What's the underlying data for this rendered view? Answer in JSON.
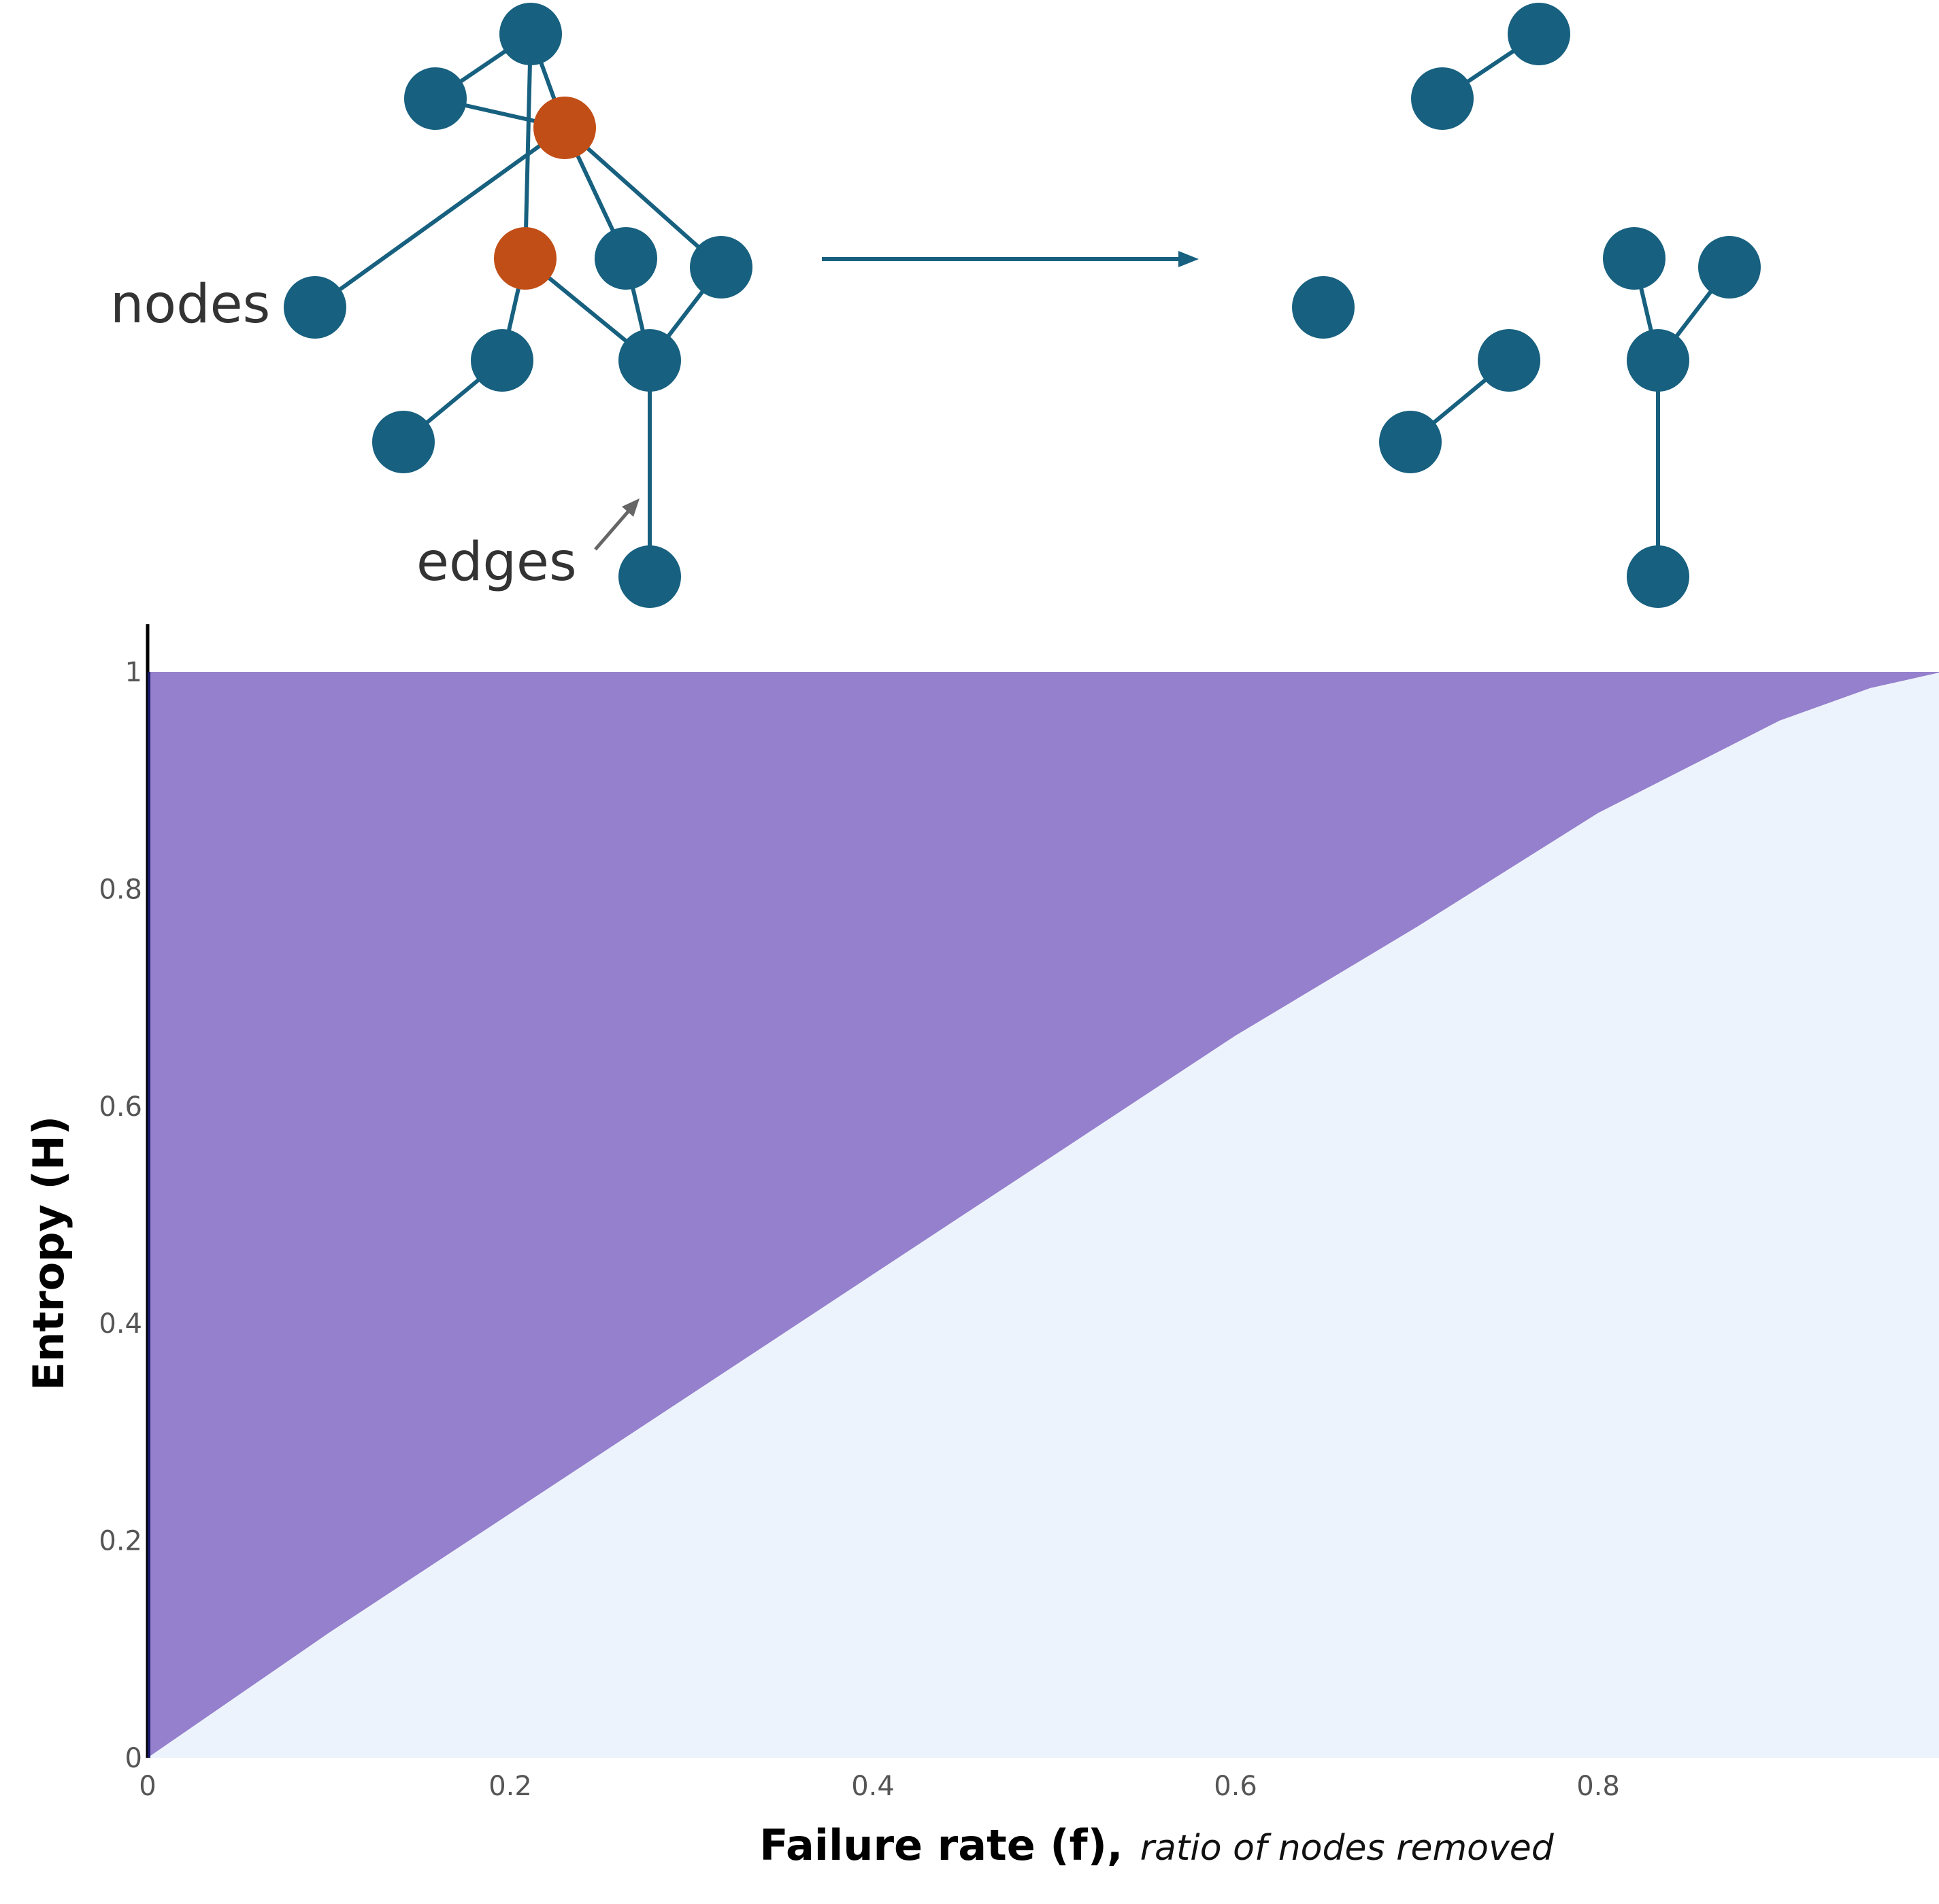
{
  "colors": {
    "node": "#17607f",
    "failed_node": "#c14e16",
    "edge": "#17607f",
    "upper_area": "#9480cc",
    "lower_area": "#edf3fc",
    "arrow": "#17607f",
    "callout_arrow": "#666666"
  },
  "diagram": {
    "before_label": "",
    "after_label": "",
    "callouts": {
      "nodes": "nodes",
      "edges": "edges"
    }
  },
  "chart_data": {
    "type": "area",
    "title": "",
    "xlabel": "Failure rate (f),",
    "xlabel_suffix": "ratio of nodes removed",
    "ylabel": "Entropy (H)",
    "xlim": [
      0,
      0.99
    ],
    "ylim": [
      0,
      1
    ],
    "x_ticks": [
      0,
      0.2,
      0.4,
      0.6,
      0.8
    ],
    "y_ticks": [
      0,
      0.2,
      0.4,
      0.6,
      0.8,
      1
    ],
    "x_tick_labels": [
      "0",
      "0.2",
      "0.4",
      "0.6",
      "0.8"
    ],
    "y_tick_labels": [
      "0",
      "0.2",
      "0.4",
      "0.6",
      "0.8",
      "1"
    ],
    "grid": false,
    "series": [
      {
        "x": [
          0,
          0.1,
          0.2,
          0.3,
          0.4,
          0.5,
          0.6,
          0.7,
          0.8,
          0.9,
          0.95,
          0.99
        ],
        "y": [
          0,
          0.115,
          0.225,
          0.335,
          0.445,
          0.555,
          0.665,
          0.765,
          0.87,
          0.955,
          0.985,
          1.0
        ]
      }
    ]
  }
}
